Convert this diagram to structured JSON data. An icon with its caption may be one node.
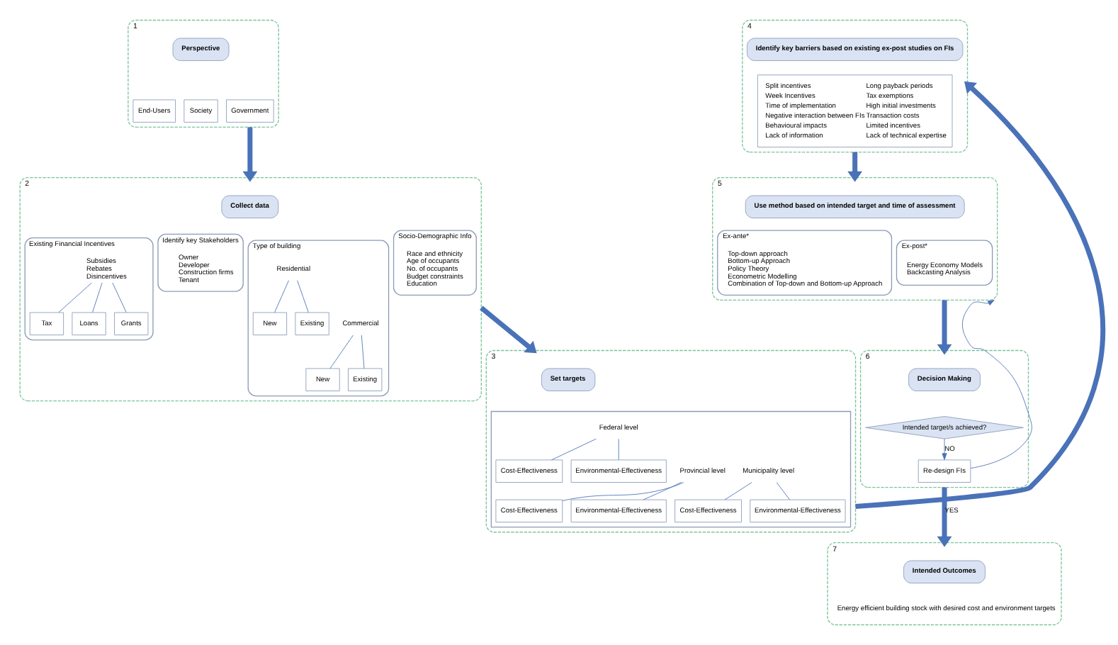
{
  "diagram": {
    "nodes": [
      {
        "text": [
          "1"
        ]
      },
      {
        "text": [
          "Perspective"
        ],
        "in": 0
      },
      {
        "text": [
          "End-Users"
        ],
        "in": 0
      },
      {
        "text": [
          "Society"
        ],
        "in": 0
      },
      {
        "text": [
          "Government"
        ],
        "in": 0
      },
      {
        "text": [
          "2"
        ]
      },
      {
        "text": [
          "Collect data"
        ],
        "in": 5
      },
      {
        "text": [
          "Existing Financial Incentives"
        ],
        "in": 5
      },
      {
        "text": [
          "Subsidies",
          "Rebates",
          "Disincentives"
        ],
        "in": 7
      },
      {
        "text": [
          "Tax"
        ],
        "in": 7
      },
      {
        "text": [
          "Loans"
        ],
        "in": 7
      },
      {
        "text": [
          "Grants"
        ],
        "in": 7
      },
      {
        "text": [
          "Identify key Stakeholders"
        ],
        "in": 5
      },
      {
        "text": [
          "Owner",
          "Developer",
          "Construction firms",
          "Tenant"
        ],
        "in": 12
      },
      {
        "text": [
          "Type of building"
        ],
        "in": 5
      },
      {
        "text": [
          "Residential"
        ],
        "in": 14
      },
      {
        "text": [
          "New"
        ],
        "in": 14
      },
      {
        "text": [
          "Existing"
        ],
        "in": 14
      },
      {
        "text": [
          "Commercial"
        ],
        "in": 14
      },
      {
        "text": [
          "New"
        ],
        "in": 14
      },
      {
        "text": [
          "Existing"
        ],
        "in": 14
      },
      {
        "text": [
          "Socio-Demographic Info"
        ],
        "in": 5
      },
      {
        "text": [
          "Race and ethnicity",
          "Age of occupants",
          "No. of occupants",
          "Budget constraints",
          "Education"
        ],
        "in": 21
      },
      {
        "text": [
          "3"
        ]
      },
      {
        "text": [
          "Set targets"
        ],
        "in": 23
      },
      {
        "text": [],
        "shape": "box",
        "in": 23
      },
      {
        "text": [
          "Federal level"
        ],
        "in": 25
      },
      {
        "text": [
          "Cost-Effectiveness"
        ],
        "in": 25
      },
      {
        "text": [
          "Environmental-Effectiveness"
        ],
        "in": 25
      },
      {
        "text": [
          "Provincial level"
        ],
        "in": 25
      },
      {
        "text": [
          "Cost-Effectiveness"
        ],
        "in": 25
      },
      {
        "text": [
          "Environmental-Effectiveness"
        ],
        "in": 25
      },
      {
        "text": [
          "Municipality level"
        ],
        "in": 25
      },
      {
        "text": [
          "Cost-Effectiveness"
        ],
        "in": 25
      },
      {
        "text": [
          "Environmental-Effectiveness"
        ],
        "in": 25
      },
      {
        "text": [
          "4"
        ]
      },
      {
        "text": [
          "Identify key barriers based on existing ex-post studies on FIs"
        ],
        "in": 35
      },
      {
        "text": [
          "Split incentives",
          "Week Incentives",
          "Time of implementation",
          "Negative interaction between FIs",
          "Behavioural impacts",
          "Lack of information",
          "Long payback periods",
          "Tax exemptions",
          "High initial investments",
          "Transaction costs",
          "Limited incentives",
          "Lack of technical expertise"
        ],
        "in": 35
      },
      {
        "text": [
          "5"
        ]
      },
      {
        "text": [
          "Use method based on intended target and time of assessment"
        ],
        "in": 38
      },
      {
        "text": [
          "Ex-ante*"
        ],
        "in": 38
      },
      {
        "text": [
          "Top-down approach",
          "Bottom-up Approach",
          "Policy Theory",
          "Econometric Modelling",
          "Combination of Top-down and Bottom-up Approach"
        ],
        "in": 40
      },
      {
        "text": [
          "Ex-post*"
        ],
        "in": 38
      },
      {
        "text": [
          "Energy Economy Models",
          "Backcasting Analysis"
        ],
        "in": 42
      },
      {
        "text": [
          "6"
        ]
      },
      {
        "text": [
          "Decision Making"
        ],
        "in": 44
      },
      {
        "text": [
          "Intended target/s achieved?"
        ],
        "in": 44
      },
      {
        "text": [
          "Re-design FIs"
        ],
        "in": 44
      },
      {
        "text": [
          "7"
        ]
      },
      {
        "text": [
          "Intended Outcomes"
        ],
        "in": 48
      },
      {
        "text": [
          "Energy efficient building stock with desired cost and environment targets"
        ],
        "in": 48
      }
    ],
    "edges": [
      {
        "from": 0,
        "to": 5,
        "arrow": "to",
        "style": "thick"
      },
      {
        "from": 8,
        "to": 9,
        "arrow": "none"
      },
      {
        "from": 8,
        "to": 10,
        "arrow": "none"
      },
      {
        "from": 8,
        "to": 11,
        "arrow": "none"
      },
      {
        "from": 15,
        "to": 16,
        "arrow": "none"
      },
      {
        "from": 15,
        "to": 17,
        "arrow": "none"
      },
      {
        "from": 18,
        "to": 19,
        "arrow": "none"
      },
      {
        "from": 18,
        "to": 20,
        "arrow": "none"
      },
      {
        "from": 5,
        "to": 23,
        "arrow": "to",
        "style": "thick"
      },
      {
        "from": 26,
        "to": 27,
        "arrow": "none"
      },
      {
        "from": 26,
        "to": 28,
        "arrow": "none"
      },
      {
        "from": 29,
        "to": 30,
        "arrow": "none"
      },
      {
        "from": 29,
        "to": 31,
        "arrow": "none"
      },
      {
        "from": 32,
        "to": 33,
        "arrow": "none"
      },
      {
        "from": 32,
        "to": 34,
        "arrow": "none"
      },
      {
        "from": 23,
        "to": 35,
        "arrow": "to",
        "style": "thick"
      },
      {
        "from": 35,
        "to": 38,
        "arrow": "to",
        "style": "thick"
      },
      {
        "from": 38,
        "to": 44,
        "arrow": "to",
        "style": "thick"
      },
      {
        "from": 46,
        "to": 47,
        "arrow": "to",
        "label": "NO"
      },
      {
        "from": 47,
        "to": 38,
        "arrow": "to"
      },
      {
        "from": 44,
        "to": 48,
        "arrow": "to",
        "label": "YES",
        "style": "thick"
      }
    ]
  }
}
